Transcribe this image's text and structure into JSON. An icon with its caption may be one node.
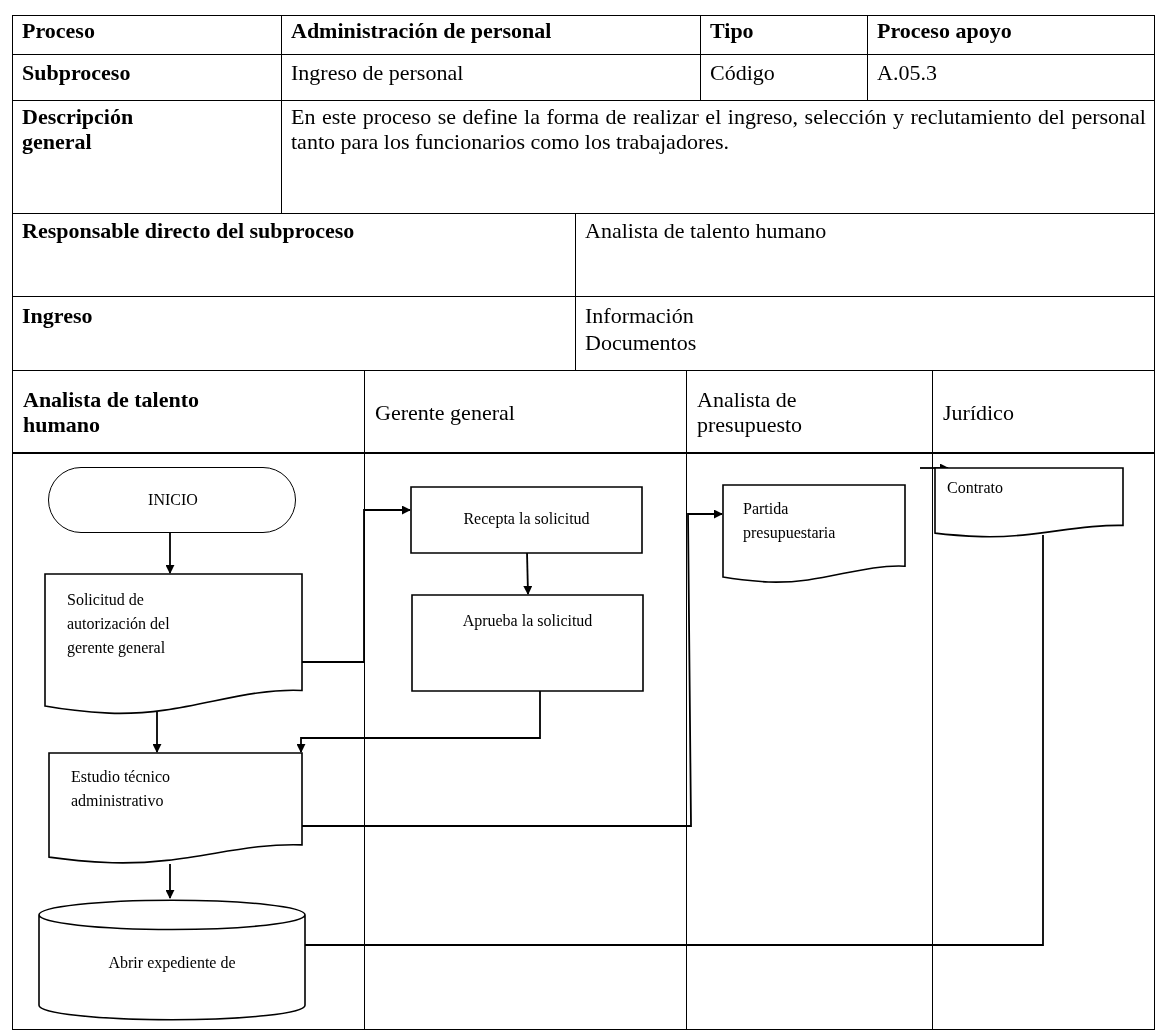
{
  "diagram": {
    "nodes": [
      {
        "text": [
          "Analista de talento humano"
        ]
      },
      {
        "text": [
          "Gerente general"
        ]
      },
      {
        "text": [
          "Analista de presupuesto"
        ]
      },
      {
        "text": [
          "Jurídico"
        ]
      },
      {
        "text": [
          "INICIO"
        ],
        "in": 0
      },
      {
        "text": [
          "Solicitud de autorización del gerente general"
        ],
        "in": 0
      },
      {
        "text": [
          "Estudio técnico administrativo"
        ],
        "in": 0
      },
      {
        "text": [
          "Abrir expediente de"
        ],
        "in": 0
      },
      {
        "text": [
          "Recepta la solicitud"
        ],
        "in": 1
      },
      {
        "text": [
          "Aprueba la solicitud"
        ],
        "in": 1
      },
      {
        "text": [
          "Partida presupuestaria"
        ],
        "in": 2
      },
      {
        "text": [
          "Contrato"
        ],
        "in": 3
      }
    ],
    "edges": [
      {
        "from": 4,
        "to": 5,
        "arrow": "to"
      },
      {
        "from": 5,
        "to": 8,
        "arrow": "to"
      },
      {
        "from": 8,
        "to": 9,
        "arrow": "to"
      },
      {
        "from": 9,
        "to": 6,
        "arrow": "to"
      },
      {
        "from": 5,
        "to": 6,
        "arrow": "to"
      },
      {
        "from": 6,
        "to": 10,
        "arrow": "to"
      },
      {
        "from": 6,
        "to": 7,
        "arrow": "to"
      },
      {
        "from": 11,
        "to": 7,
        "arrow": "none"
      },
      {
        "from": null,
        "to": 3,
        "arrow": "to"
      }
    ],
    "labels": [
      "Proceso",
      "Administración de personal",
      "Tipo",
      "Proceso apoyo",
      "Subproceso",
      "Ingreso de personal",
      "Código",
      "A.05.3",
      "Descripción general",
      "En este proceso se define la forma de realizar el ingreso, selección y reclutamiento del personal tanto para los funcionarios como los trabajadores.",
      "Responsable directo del subproceso",
      "Analista de talento humano",
      "Ingreso",
      "Información",
      "Documentos"
    ]
  }
}
